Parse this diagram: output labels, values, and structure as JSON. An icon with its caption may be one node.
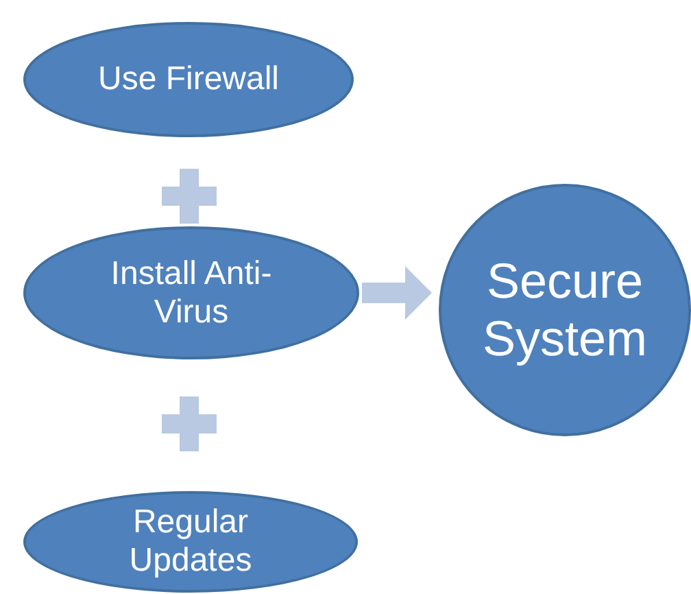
{
  "diagram": {
    "nodes": [
      {
        "text": [
          "Use Firewall"
        ]
      },
      {
        "text": [
          "Install Anti-Virus"
        ]
      },
      {
        "text": [
          "Regular Updates"
        ]
      },
      {
        "text": [
          "Secure System"
        ]
      }
    ],
    "edges": [
      {
        "from": 1,
        "to": 3,
        "arrow": "to"
      }
    ]
  }
}
